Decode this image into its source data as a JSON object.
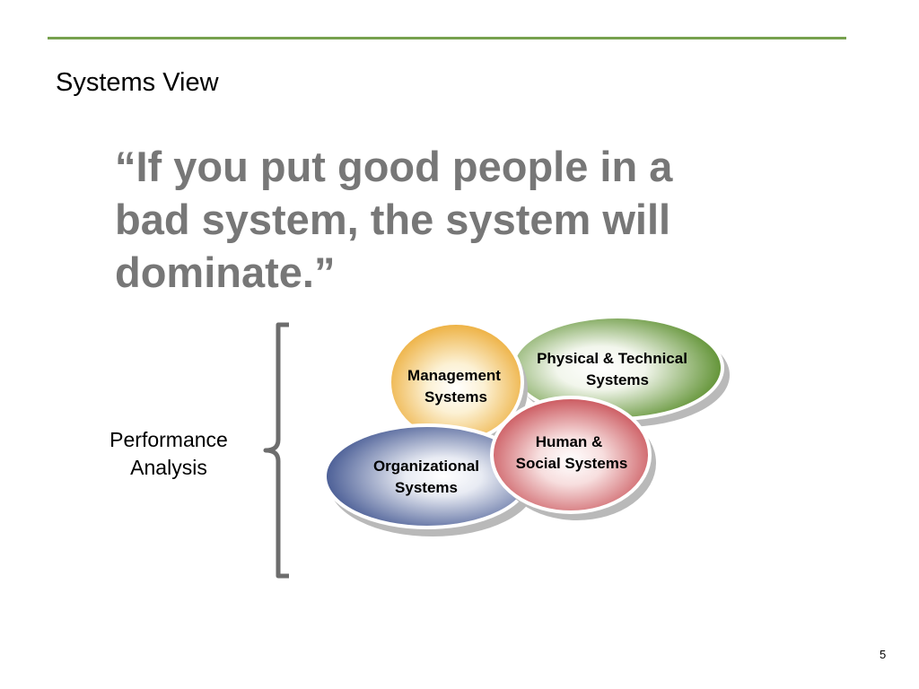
{
  "slide": {
    "title": "Systems View",
    "quote_lines": [
      "“If you put good people in a",
      "bad system, the system will",
      "dominate.”"
    ],
    "side_label_lines": [
      "Performance",
      "Analysis"
    ],
    "page_number": "5",
    "accent_color": "#77a14e"
  },
  "diagram": {
    "circles": [
      {
        "id": "physical",
        "lines": [
          "Physical & Technical",
          "Systems"
        ],
        "color": "#5a8e2c"
      },
      {
        "id": "management",
        "lines": [
          "Management",
          "Systems"
        ],
        "color": "#eba629"
      },
      {
        "id": "organizational",
        "lines": [
          "Organizational",
          "Systems"
        ],
        "color": "#3a4f8c"
      },
      {
        "id": "human",
        "lines": [
          "Human &",
          "Social Systems"
        ],
        "color": "#c4434a"
      }
    ]
  }
}
